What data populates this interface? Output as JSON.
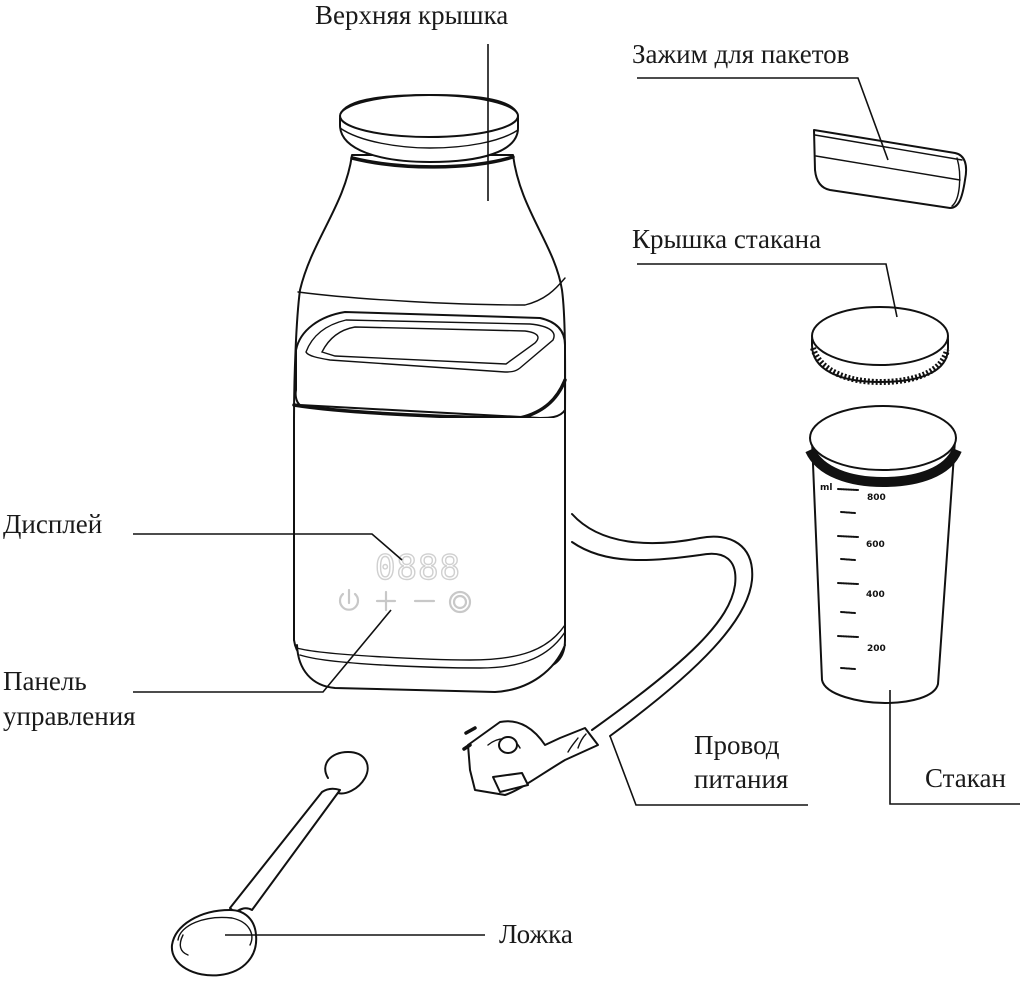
{
  "diagram": {
    "labels": {
      "top_lid": "Верхняя крышка",
      "bag_clip": "Зажим для пакетов",
      "cup_lid": "Крышка стакана",
      "display": "Дисплей",
      "control_panel_line1": "Панель",
      "control_panel_line2": "управления",
      "power_cord_line1": "Провод",
      "power_cord_line2": "питания",
      "cup": "Стакан",
      "spoon": "Ложка"
    },
    "display_readout": "0888",
    "cup_scale": {
      "unit": "ml",
      "marks": [
        "800",
        "600",
        "400",
        "200"
      ]
    },
    "control_icons": [
      "power-icon",
      "plus-icon",
      "minus-icon",
      "start-icon"
    ],
    "colors": {
      "line": "#111111",
      "panel_grey": "#c8c8c8",
      "background": "#ffffff"
    }
  }
}
